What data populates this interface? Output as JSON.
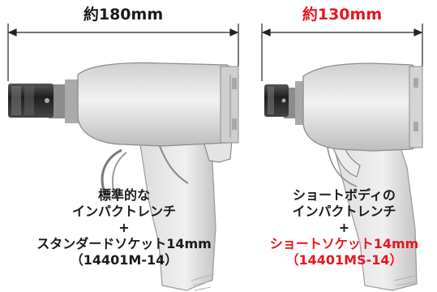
{
  "colors": {
    "accent_red": "#e8161c",
    "text": "#1a1a1a",
    "body_light": "#d9d9d9",
    "body_mid": "#bdbdbd",
    "body_dark": "#8c8c8c",
    "socket_dark": "#303030"
  },
  "left": {
    "dimension": "約180mm",
    "caption": [
      {
        "text": "標準的な",
        "color": "text"
      },
      {
        "text": "インパクトレンチ",
        "color": "text"
      },
      {
        "text": "+",
        "color": "text"
      },
      {
        "text": "スタンダードソケット14mm",
        "color": "text"
      },
      {
        "text": "（14401M-14）",
        "color": "text"
      }
    ]
  },
  "right": {
    "dimension": "約130mm",
    "caption": [
      {
        "text": "ショートボディの",
        "color": "text"
      },
      {
        "text": "インパクトレンチ",
        "color": "text"
      },
      {
        "text": "+",
        "color": "text"
      },
      {
        "text": "ショートソケット14mm",
        "color": "accent_red"
      },
      {
        "text": "（14401MS-14）",
        "color": "accent_red"
      }
    ]
  }
}
